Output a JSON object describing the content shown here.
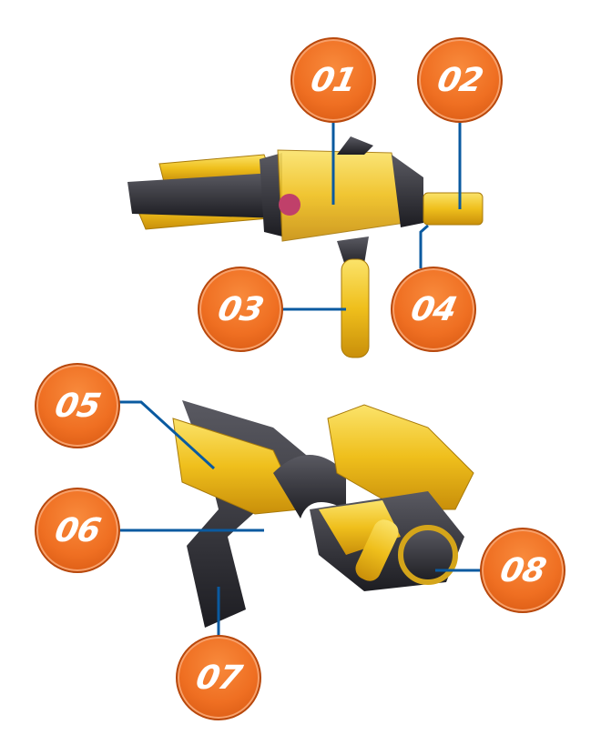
{
  "callouts": [
    {
      "label": "01"
    },
    {
      "label": "02"
    },
    {
      "label": "03"
    },
    {
      "label": "04"
    },
    {
      "label": "05"
    },
    {
      "label": "06"
    },
    {
      "label": "07"
    },
    {
      "label": "08"
    }
  ],
  "colors": {
    "badge": "#ef6f22",
    "line": "#0a5aa0",
    "gold": "#f2c21a",
    "black": "#2a2a2e"
  }
}
